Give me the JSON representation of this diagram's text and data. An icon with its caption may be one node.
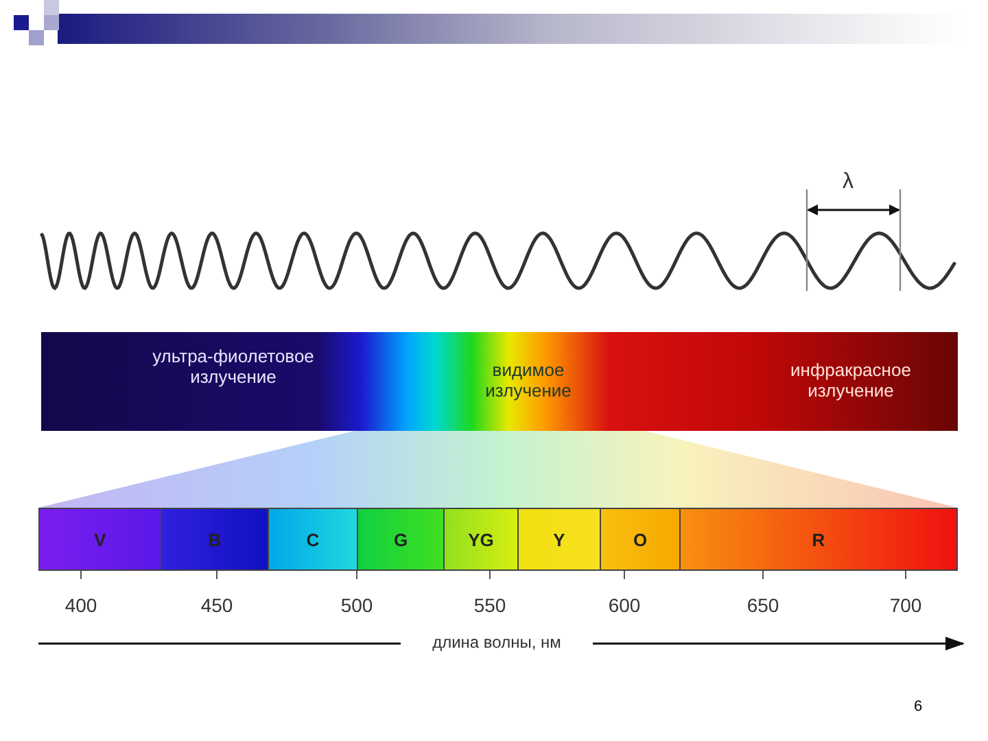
{
  "diagram": {
    "nodes": [
      {
        "text": [
          "ультра-фиолетовое излучение"
        ]
      },
      {
        "text": [
          "видимое излучение"
        ]
      },
      {
        "text": [
          "инфракрасное излучение"
        ]
      },
      {
        "text": [
          "V"
        ]
      },
      {
        "text": [
          "B"
        ]
      },
      {
        "text": [
          "C"
        ]
      },
      {
        "text": [
          "G"
        ]
      },
      {
        "text": [
          "YG"
        ]
      },
      {
        "text": [
          "Y"
        ]
      },
      {
        "text": [
          "O"
        ]
      },
      {
        "text": [
          "R"
        ]
      },
      {
        "text": [],
        "shape": "trapezoid"
      }
    ],
    "labels": [
      "λ",
      "400",
      "450",
      "500",
      "550",
      "600",
      "650",
      "700",
      "длина волны, нм",
      "6"
    ]
  }
}
